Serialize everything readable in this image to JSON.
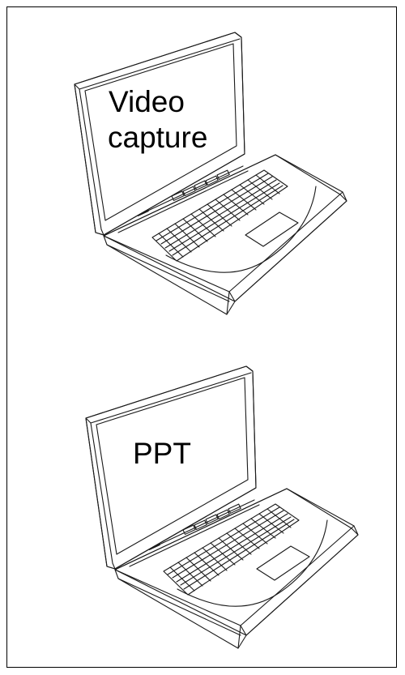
{
  "laptops": [
    {
      "screen_text_lines": [
        "Video",
        "capture"
      ]
    },
    {
      "screen_text_lines": [
        "PPT"
      ]
    }
  ],
  "colors": {
    "line": "#1a1a1a",
    "background": "#ffffff",
    "border": "#000000"
  },
  "icons": [
    "laptop-icon",
    "laptop-icon"
  ]
}
